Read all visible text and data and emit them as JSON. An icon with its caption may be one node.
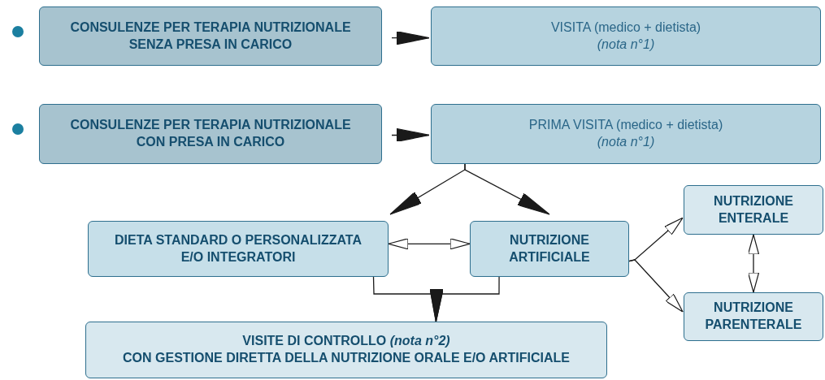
{
  "diagram": {
    "nodes": [
      {
        "text": [
          "CONSULENZE PER TERAPIA NUTRIZIONALE",
          "SENZA PRESA IN CARICO"
        ]
      },
      {
        "text": [
          "VISITA (medico + dietista)",
          "(nota n°1)"
        ]
      },
      {
        "text": [
          "CONSULENZE PER TERAPIA NUTRIZIONALE",
          "CON PRESA IN CARICO"
        ]
      },
      {
        "text": [
          "PRIMA VISITA (medico + dietista)",
          "(nota n°1)"
        ]
      },
      {
        "text": [
          "DIETA STANDARD O PERSONALIZZATA E/O INTEGRATORI"
        ]
      },
      {
        "text": [
          "NUTRIZIONE ARTIFICIALE"
        ]
      },
      {
        "text": [
          "NUTRIZIONE ENTERALE"
        ]
      },
      {
        "text": [
          "NUTRIZIONE PARENTERALE"
        ]
      },
      {
        "text": [
          "VISITE DI CONTROLLO *(nota n°2)*",
          "CON GESTIONE DIRETTA DELLA NUTRIZIONE ORALE E/O ARTIFICIALE"
        ]
      }
    ],
    "edges": [
      {
        "from": 0,
        "to": 1,
        "arrow": "to"
      },
      {
        "from": 2,
        "to": 3,
        "arrow": "to"
      },
      {
        "from": 3,
        "to": 4,
        "arrow": "to"
      },
      {
        "from": 3,
        "to": 5,
        "arrow": "to"
      },
      {
        "from": 4,
        "to": 5,
        "arrow": "both"
      },
      {
        "from": 4,
        "to": 8,
        "arrow": "to"
      },
      {
        "from": 5,
        "to": 8,
        "arrow": "to"
      },
      {
        "from": 5,
        "to": 6,
        "arrow": "to"
      },
      {
        "from": 5,
        "to": 7,
        "arrow": "to"
      },
      {
        "from": 6,
        "to": 7,
        "arrow": "both"
      }
    ]
  }
}
